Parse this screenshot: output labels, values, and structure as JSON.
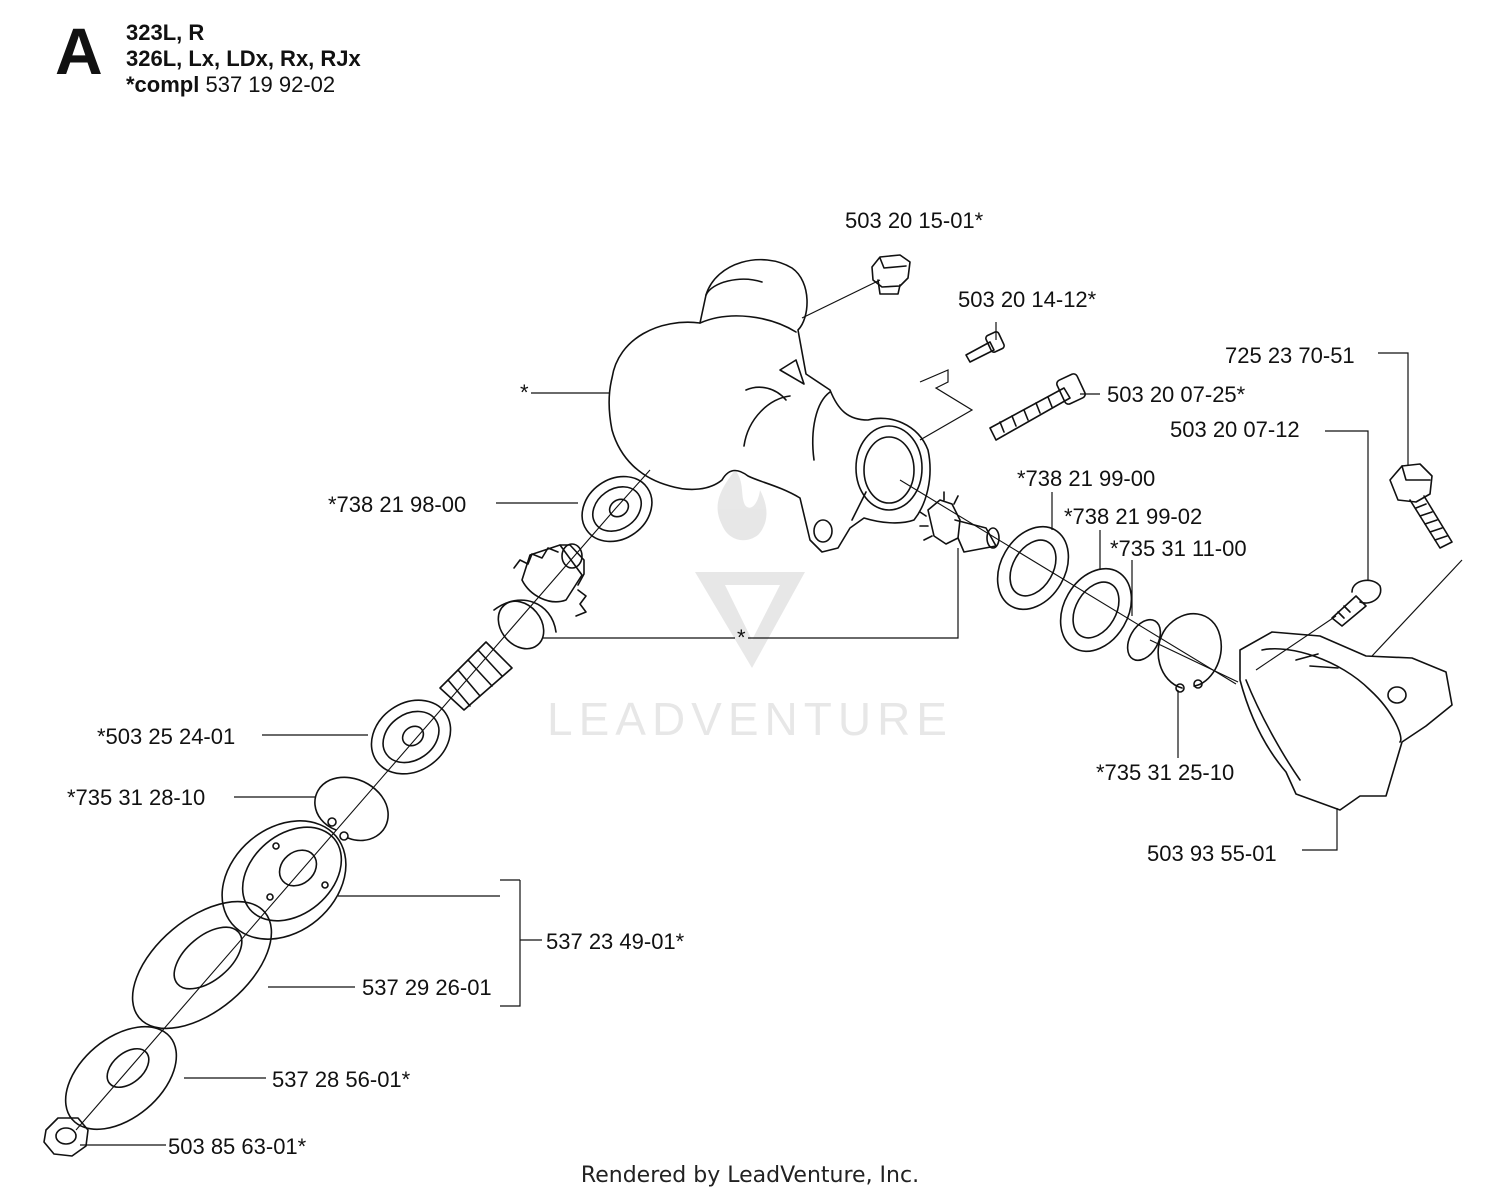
{
  "header": {
    "section_letter": "A",
    "model_line_1": "323L, R",
    "model_line_2": "326L, Lx, LDx, Rx, RJx",
    "compl_label": "*compl",
    "compl_number": "537 19 92-02"
  },
  "watermark": {
    "text": "LEADVENTURE"
  },
  "footer": {
    "text": "Rendered by LeadVenture, Inc."
  },
  "parts": {
    "p_503_20_15_01": "503 20 15-01*",
    "p_503_20_14_12": "503 20 14-12*",
    "p_503_20_07_25": "503 20 07-25*",
    "p_725_23_70_51": "725 23 70-51",
    "p_503_20_07_12": "503 20 07-12",
    "p_738_21_99_00": "*738 21 99-00",
    "p_738_21_99_02": "*738 21 99-02",
    "p_735_31_11_00": "*735 31 11-00",
    "p_738_21_98_00": "*738 21 98-00",
    "p_housing_star": "*",
    "p_gear_star": "*",
    "p_503_25_24_01": "*503 25 24-01",
    "p_735_31_28_10": "*735 31 28-10",
    "p_735_31_25_10": "*735 31 25-10",
    "p_503_93_55_01": "503 93 55-01",
    "p_537_23_49_01": "537 23 49-01*",
    "p_537_29_26_01": "537 29 26-01",
    "p_537_28_56_01": "537 28 56-01*",
    "p_503_85_63_01": "503 85 63-01*"
  }
}
